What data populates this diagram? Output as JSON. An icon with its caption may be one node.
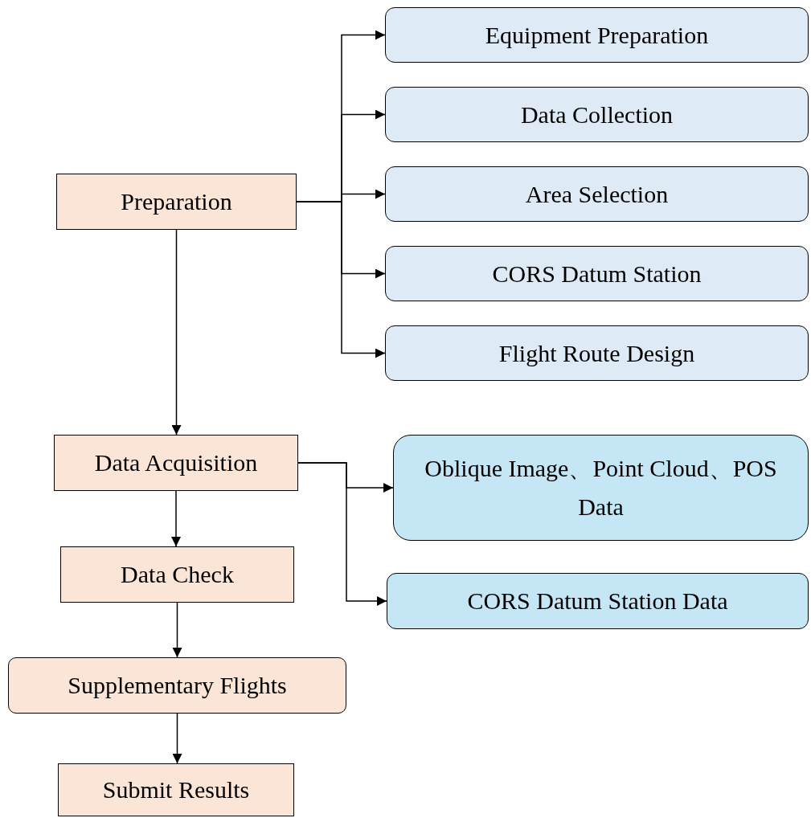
{
  "diagram": {
    "nodes": [
      {
        "text": [
          "Preparation"
        ]
      },
      {
        "text": [
          "Equipment Preparation"
        ]
      },
      {
        "text": [
          "Data Collection"
        ]
      },
      {
        "text": [
          "Area Selection"
        ]
      },
      {
        "text": [
          "CORS Datum Station"
        ]
      },
      {
        "text": [
          "Flight Route Design"
        ]
      },
      {
        "text": [
          "Data Acquisition"
        ]
      },
      {
        "text": [
          "Oblique Image、Point Cloud、POS Data"
        ]
      },
      {
        "text": [
          "CORS Datum Station Data"
        ]
      },
      {
        "text": [
          "Data Check"
        ]
      },
      {
        "text": [
          "Supplementary Flights"
        ]
      },
      {
        "text": [
          "Submit Results"
        ]
      }
    ],
    "edges": [
      {
        "from": 0,
        "to": 1,
        "arrow": "to"
      },
      {
        "from": 0,
        "to": 2,
        "arrow": "to"
      },
      {
        "from": 0,
        "to": 3,
        "arrow": "to"
      },
      {
        "from": 0,
        "to": 4,
        "arrow": "to"
      },
      {
        "from": 0,
        "to": 5,
        "arrow": "to"
      },
      {
        "from": 0,
        "to": 6,
        "arrow": "to"
      },
      {
        "from": 6,
        "to": 7,
        "arrow": "to"
      },
      {
        "from": 6,
        "to": 8,
        "arrow": "to"
      },
      {
        "from": 6,
        "to": 9,
        "arrow": "to"
      },
      {
        "from": 9,
        "to": 10,
        "arrow": "to"
      },
      {
        "from": 10,
        "to": 11,
        "arrow": "to"
      }
    ]
  }
}
